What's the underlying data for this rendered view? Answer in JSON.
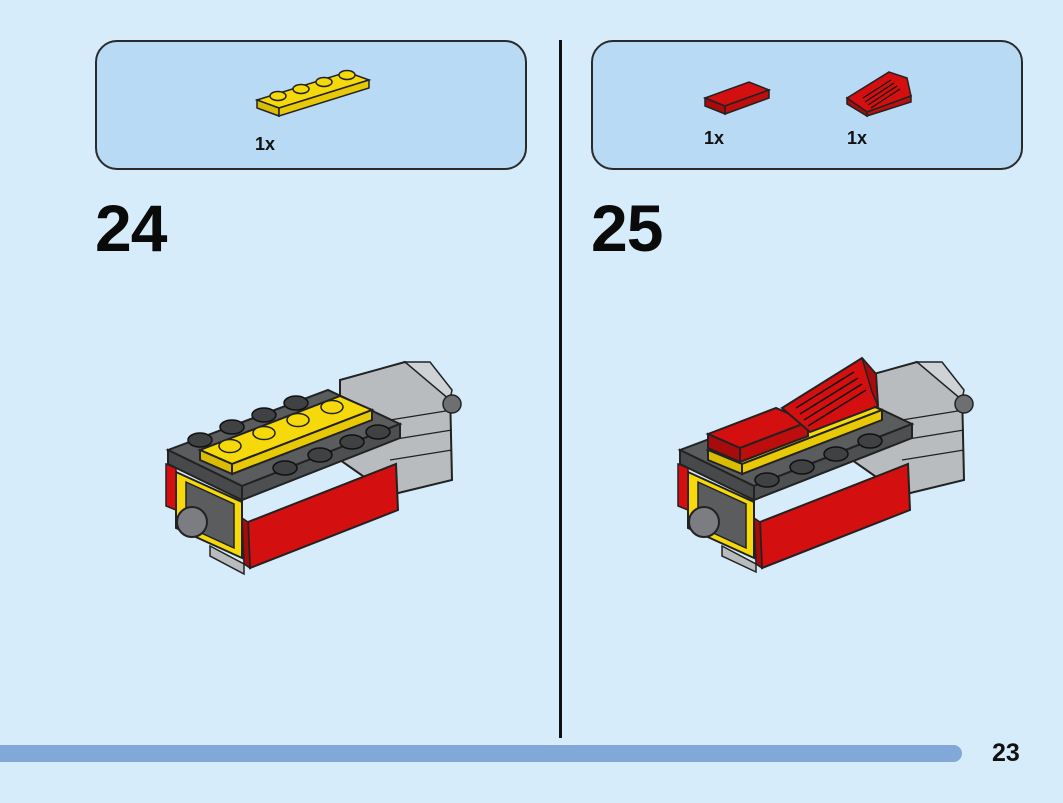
{
  "steps": [
    {
      "number": "24",
      "parts": [
        {
          "name": "yellow-plate-1x4",
          "quantity": "1x",
          "color": "#f5d90a"
        }
      ]
    },
    {
      "number": "25",
      "parts": [
        {
          "name": "red-tile-1x2",
          "quantity": "1x",
          "color": "#d40f0f"
        },
        {
          "name": "red-slope-grille",
          "quantity": "1x",
          "color": "#d40f0f"
        }
      ]
    }
  ],
  "page_number": "23",
  "colors": {
    "background": "#d6ecfb",
    "parts_box": "#b8daf4",
    "progress": "#82a8da",
    "yellow": "#f5d90a",
    "red": "#d40f0f",
    "dark_gray": "#5a5c5e",
    "light_gray": "#b9bcbe"
  }
}
